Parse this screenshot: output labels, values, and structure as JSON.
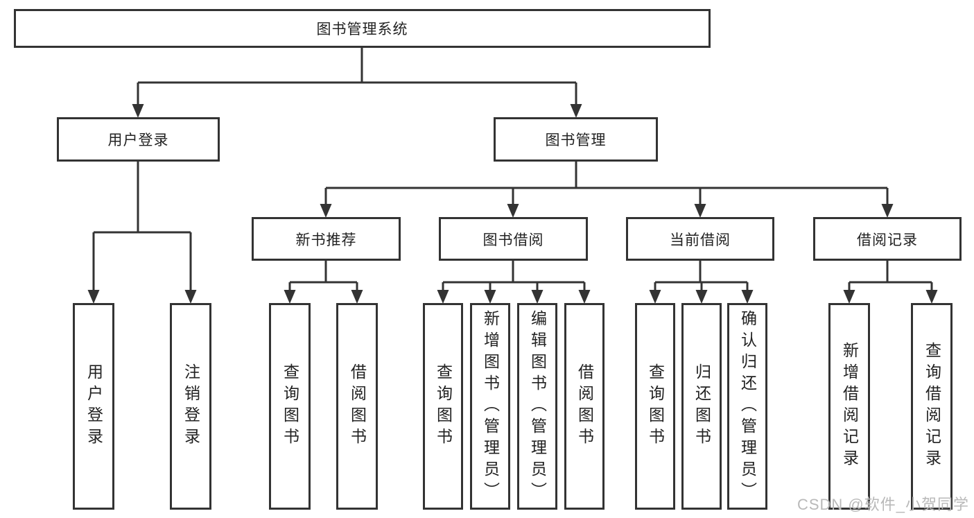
{
  "diagram": {
    "type": "tree",
    "background": "#ffffff",
    "line_color": "#333333",
    "box_border_color": "#333333",
    "text_color": "#222222",
    "nodes": {
      "root": {
        "label": "图书管理系统"
      },
      "user_login": {
        "label": "用户登录"
      },
      "book_mgmt": {
        "label": "图书管理"
      },
      "new_book_rec": {
        "label": "新书推荐"
      },
      "book_borrow": {
        "label": "图书借阅"
      },
      "current_borrow": {
        "label": "当前借阅"
      },
      "borrow_record": {
        "label": "借阅记录"
      },
      "leaf_user_login": {
        "label": "用户登录"
      },
      "leaf_logout": {
        "label": "注销登录"
      },
      "leaf_nbr_query": {
        "label": "查询图书"
      },
      "leaf_nbr_borrow": {
        "label": "借阅图书"
      },
      "leaf_bb_query": {
        "label": "查询图书"
      },
      "leaf_bb_add": {
        "label": "新增图书（管理员）"
      },
      "leaf_bb_edit": {
        "label": "编辑图书（管理员）"
      },
      "leaf_bb_borrow": {
        "label": "借阅图书"
      },
      "leaf_cb_query": {
        "label": "查询图书"
      },
      "leaf_cb_return": {
        "label": "归还图书"
      },
      "leaf_cb_confirm": {
        "label": "确认归还（管理员）"
      },
      "leaf_br_add": {
        "label": "新增借阅记录"
      },
      "leaf_br_query": {
        "label": "查询借阅记录"
      }
    },
    "edges": [
      [
        "root",
        "user_login"
      ],
      [
        "root",
        "book_mgmt"
      ],
      [
        "user_login",
        "leaf_user_login"
      ],
      [
        "user_login",
        "leaf_logout"
      ],
      [
        "book_mgmt",
        "new_book_rec"
      ],
      [
        "book_mgmt",
        "book_borrow"
      ],
      [
        "book_mgmt",
        "current_borrow"
      ],
      [
        "book_mgmt",
        "borrow_record"
      ],
      [
        "new_book_rec",
        "leaf_nbr_query"
      ],
      [
        "new_book_rec",
        "leaf_nbr_borrow"
      ],
      [
        "book_borrow",
        "leaf_bb_query"
      ],
      [
        "book_borrow",
        "leaf_bb_add"
      ],
      [
        "book_borrow",
        "leaf_bb_edit"
      ],
      [
        "book_borrow",
        "leaf_bb_borrow"
      ],
      [
        "current_borrow",
        "leaf_cb_query"
      ],
      [
        "current_borrow",
        "leaf_cb_return"
      ],
      [
        "current_borrow",
        "leaf_cb_confirm"
      ],
      [
        "borrow_record",
        "leaf_br_add"
      ],
      [
        "borrow_record",
        "leaf_br_query"
      ]
    ]
  },
  "watermark": {
    "text": "CSDN @软件_小贺同学",
    "color": "#b9b9b9"
  }
}
